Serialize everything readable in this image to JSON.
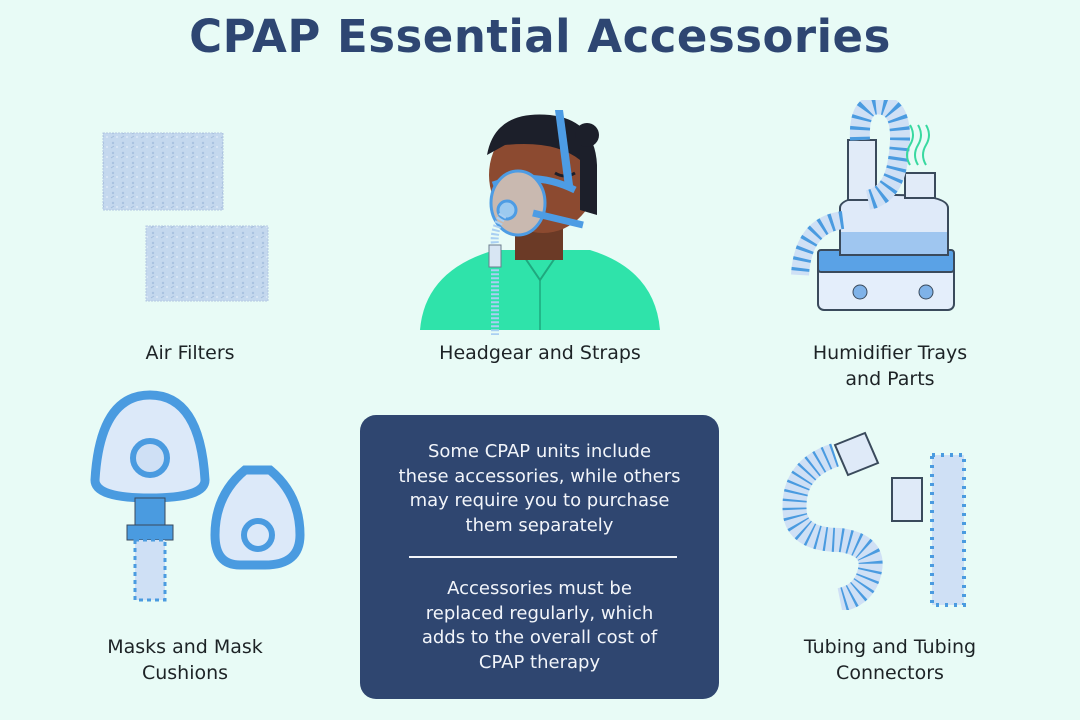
{
  "title": "CPAP Essential Accessories",
  "items": [
    {
      "id": "air-filters",
      "label": "Air Filters",
      "icon": "air-filter-icon"
    },
    {
      "id": "headgear",
      "label": "Headgear and Straps",
      "icon": "person-with-cpap-mask-icon"
    },
    {
      "id": "humidifier",
      "label_line1": "Humidifier Trays",
      "label_line2": "and Parts",
      "icon": "humidifier-icon"
    },
    {
      "id": "masks",
      "label_line1": "Masks and Mask",
      "label_line2": "Cushions",
      "icon": "mask-icon"
    },
    {
      "id": "tubing",
      "label_line1": "Tubing and Tubing",
      "label_line2": "Connectors",
      "icon": "tubing-icon"
    }
  ],
  "info_box": {
    "paragraph1_lines": [
      "Some CPAP units include",
      "these accessories, while others",
      "may require you to purchase",
      "them separately"
    ],
    "paragraph2_lines": [
      "Accessories must be",
      "replaced regularly, which",
      "adds to the overall cost of",
      "CPAP therapy"
    ]
  },
  "colors": {
    "background": "#e8fbf6",
    "title": "#2e4672",
    "info_box_bg": "#2f4670",
    "accent_blue": "#4a9be0",
    "light_blue": "#d6e6f8",
    "shirt_green": "#2fe0a8"
  }
}
